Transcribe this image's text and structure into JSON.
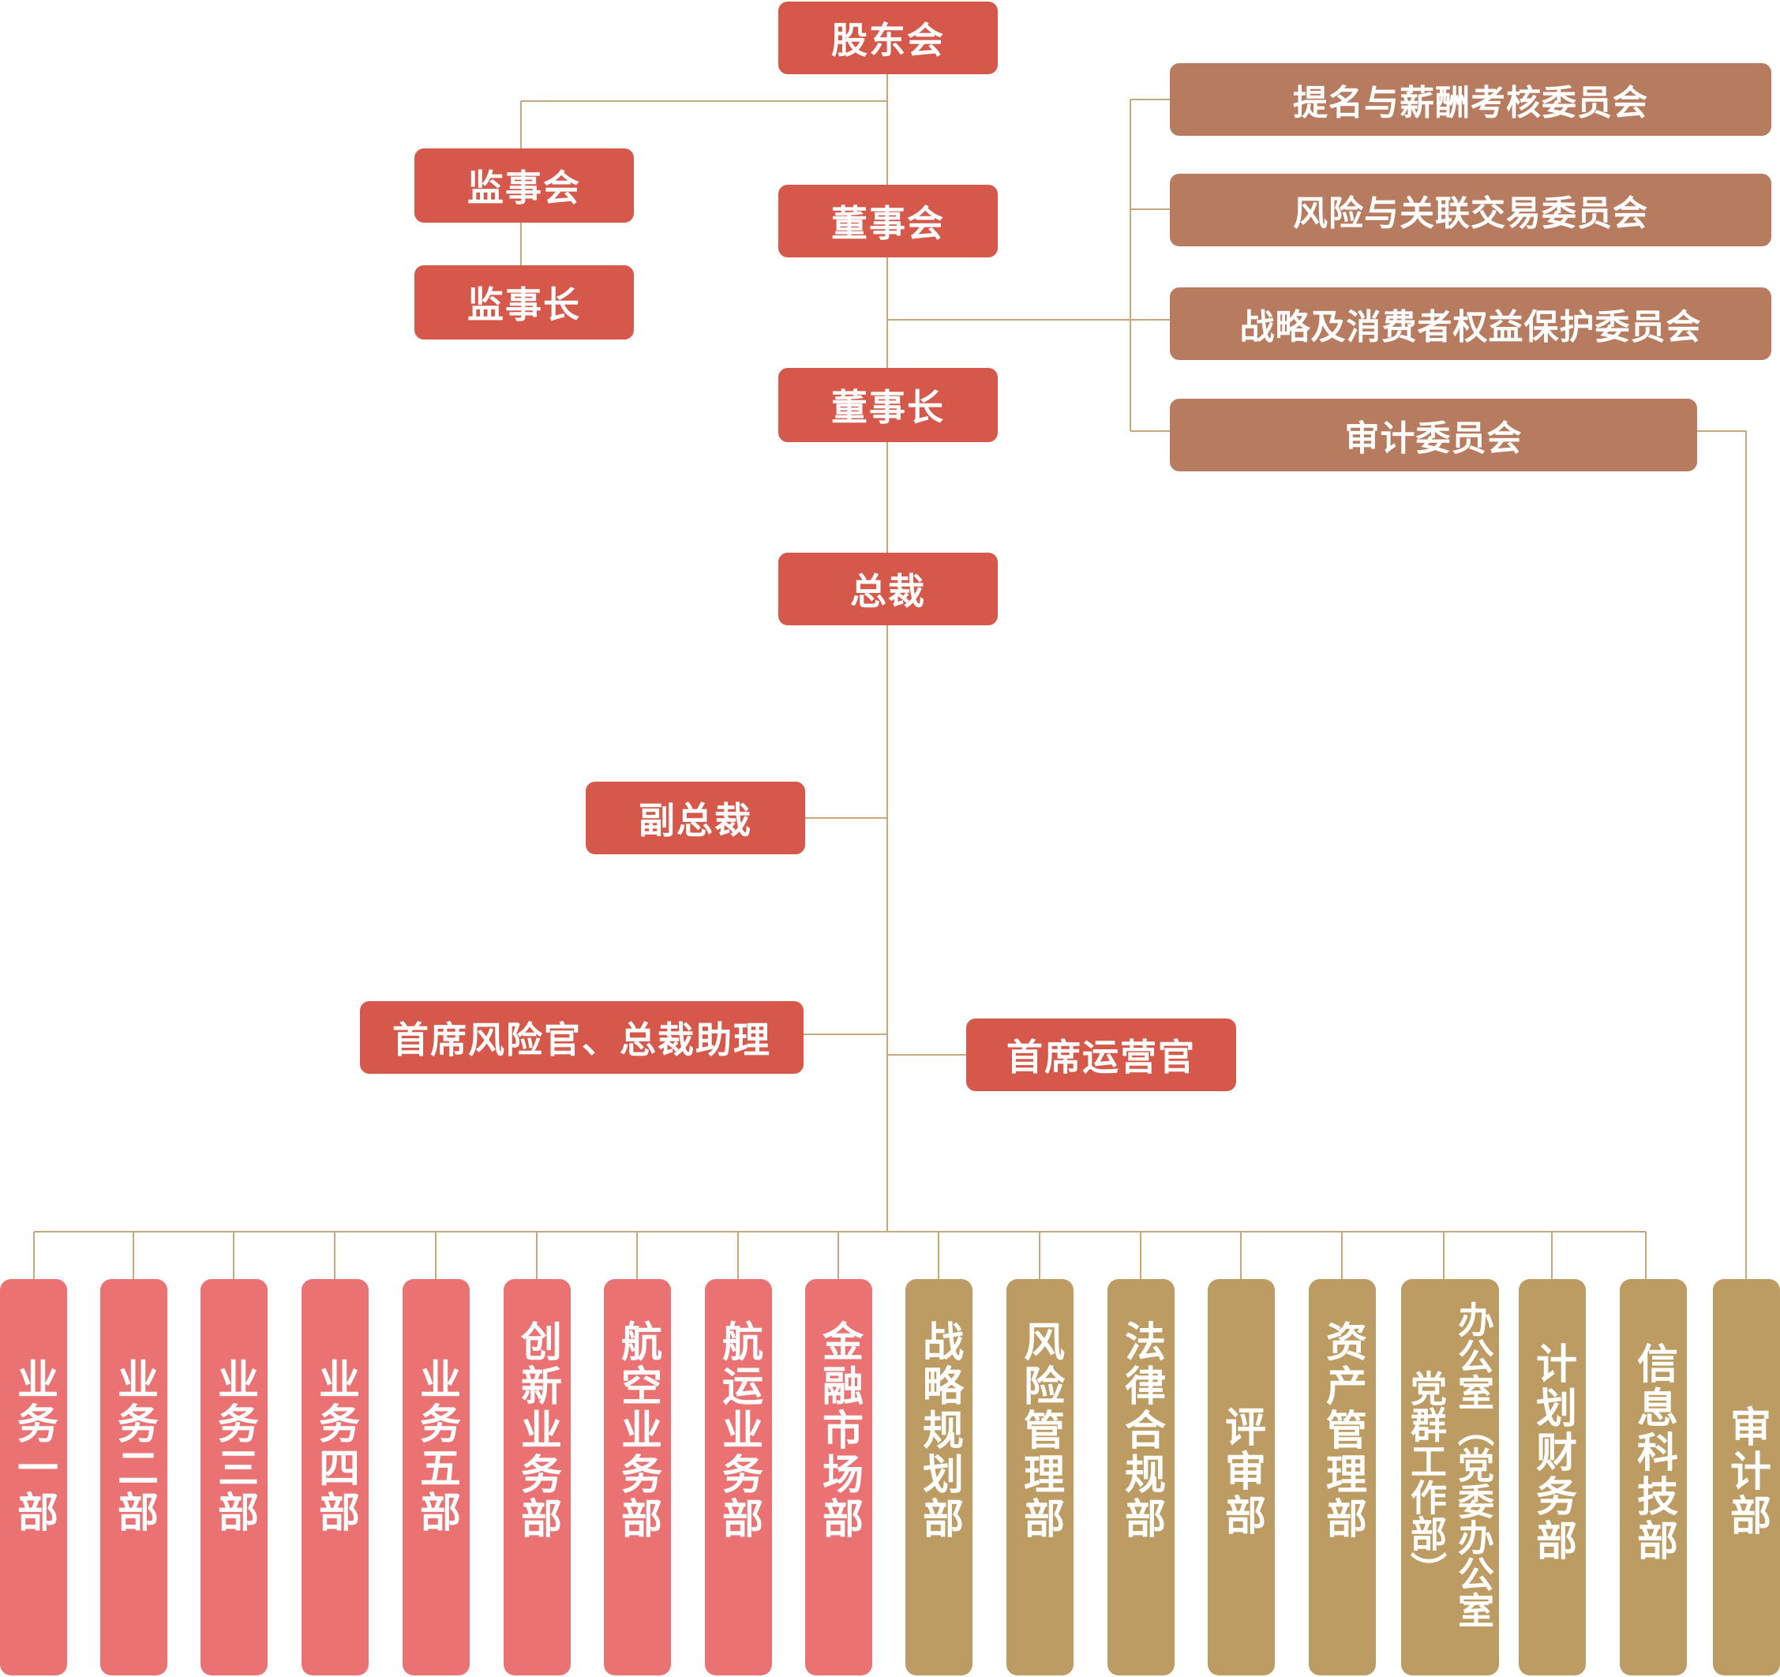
{
  "colors": {
    "line": "#c6a87a",
    "governance": "#d5584a",
    "committee": "#b77b60",
    "business": "#ea7272",
    "support": "#bd9c63"
  },
  "governance": {
    "shareholders": "股东会",
    "supervisory_board": "监事会",
    "supervisory_chair": "监事长",
    "board": "董事会",
    "chairman": "董事长",
    "president": "总裁",
    "vice_president": "副总裁",
    "cro_assistant": "首席风险官、总裁助理",
    "coo": "首席运营官"
  },
  "committees": [
    "提名与薪酬考核委员会",
    "风险与关联交易委员会",
    "战略及消费者权益保护委员会",
    "审计委员会"
  ],
  "business_departments": [
    "业务一部",
    "业务二部",
    "业务三部",
    "业务四部",
    "业务五部",
    "创新业务部",
    "航空业务部",
    "航运业务部",
    "金融市场部"
  ],
  "support_departments": [
    "战略规划部",
    "风险管理部",
    "法律合规部",
    "评审部",
    "资产管理部",
    "办公室（党委办公室",
    "计划财务部",
    "信息科技部",
    "审计部"
  ],
  "office_note": "党群工作部）"
}
